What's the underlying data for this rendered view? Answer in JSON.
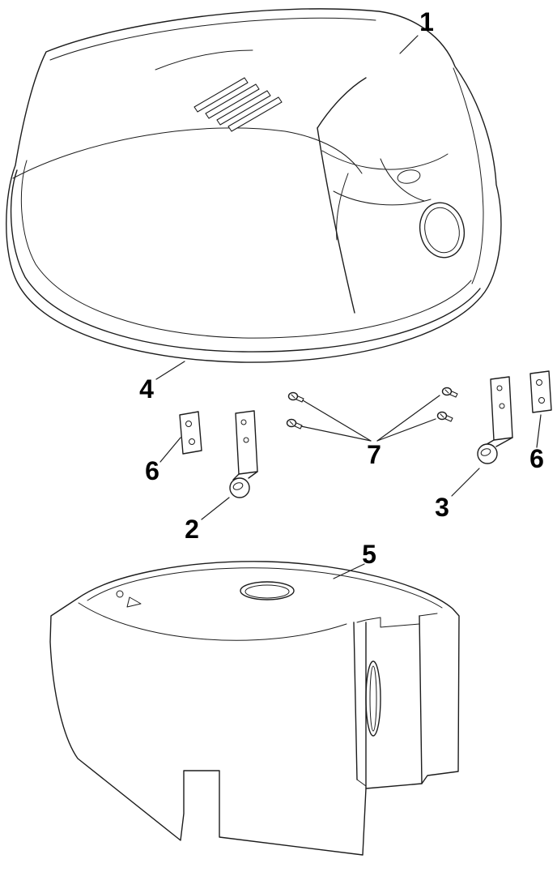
{
  "figure": {
    "colors": {
      "ink": "#1d1d1d",
      "background": "#ffffff"
    }
  },
  "callouts": [
    {
      "label": "1"
    },
    {
      "label": "4"
    },
    {
      "label": "6"
    },
    {
      "label": "2"
    },
    {
      "label": "7"
    },
    {
      "label": "3"
    },
    {
      "label": "6"
    },
    {
      "label": "5"
    }
  ]
}
